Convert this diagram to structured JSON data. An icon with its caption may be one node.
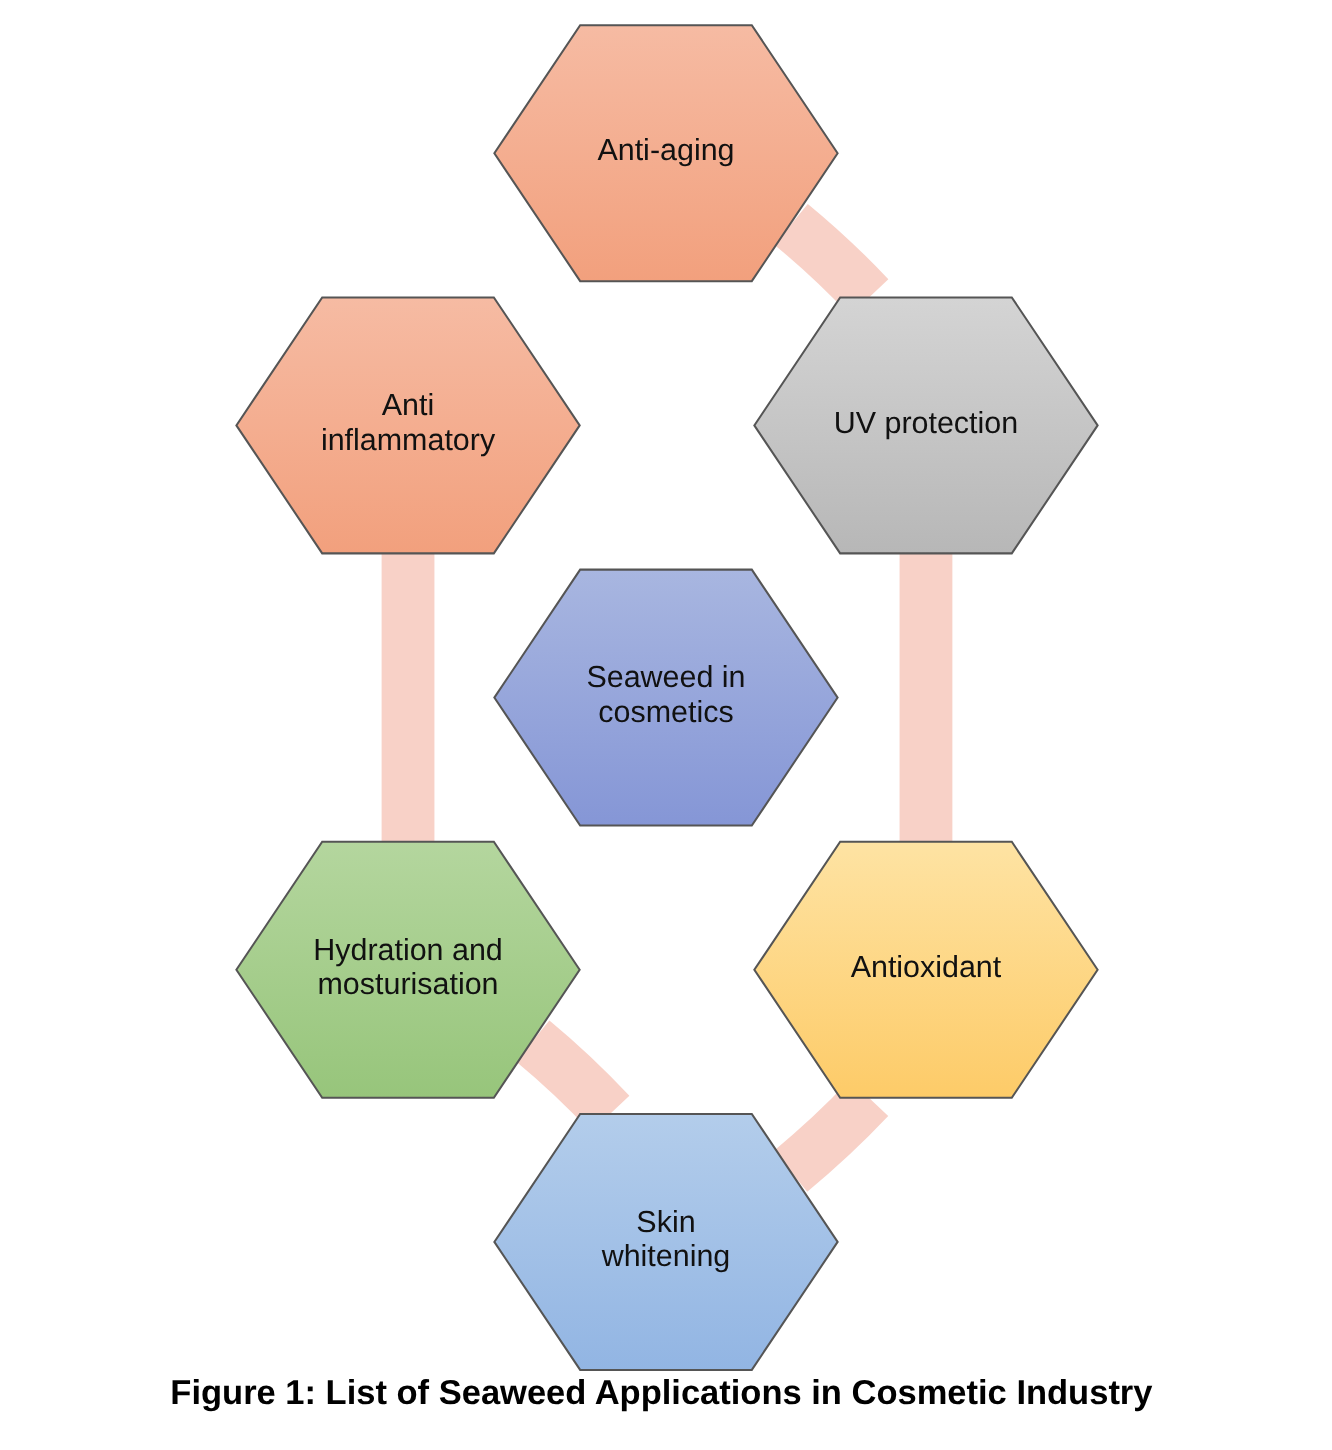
{
  "diagram": {
    "caption": "Figure 1: List of Seaweed Applications in Cosmetic Industry",
    "nodes": [
      {
        "text": [
          "Anti-aging"
        ]
      },
      {
        "text": [
          "Anti inflammatory"
        ]
      },
      {
        "text": [
          "UV protection"
        ]
      },
      {
        "text": [
          "Seaweed in cosmetics"
        ]
      },
      {
        "text": [
          "Hydration and mosturisation"
        ]
      },
      {
        "text": [
          "Antioxidant"
        ]
      },
      {
        "text": [
          "Skin whitening"
        ]
      }
    ],
    "edges": [
      {
        "from": 0,
        "to": 2,
        "arrow": "none"
      },
      {
        "from": 2,
        "to": 5,
        "arrow": "none"
      },
      {
        "from": 5,
        "to": 6,
        "arrow": "none"
      },
      {
        "from": 6,
        "to": 4,
        "arrow": "none"
      },
      {
        "from": 4,
        "to": 1,
        "arrow": "none"
      }
    ]
  }
}
